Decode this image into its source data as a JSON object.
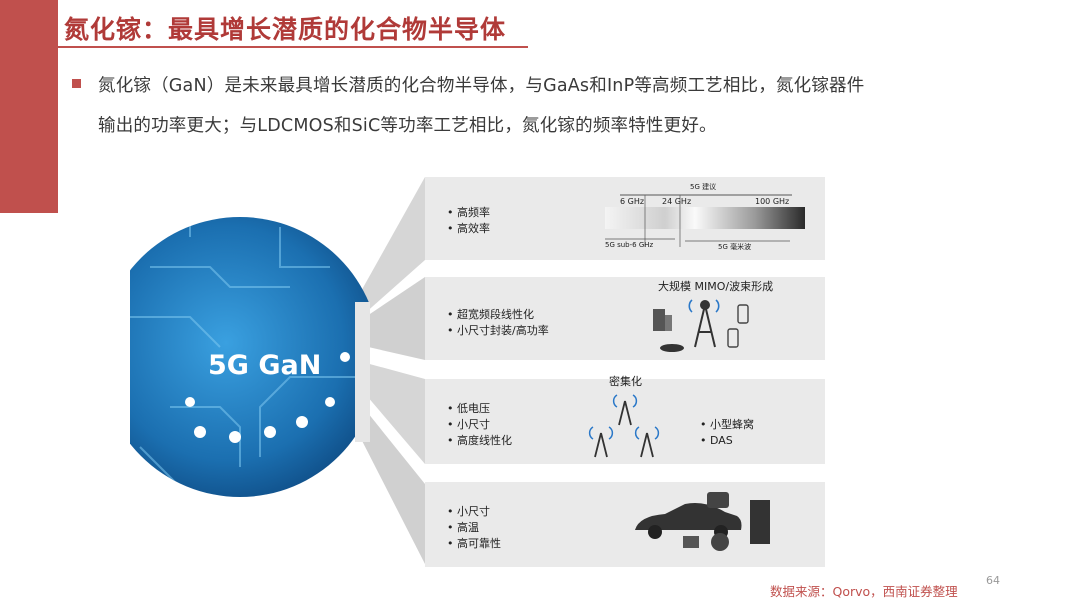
{
  "title": "氮化镓：最具增长潜质的化合物半导体",
  "body": {
    "line1": "氮化镓（GaN）是未来最具增长潜质的化合物半导体，与GaAs和InP等高频工艺相比，氮化镓器件",
    "line2": "输出的功率更大；与LDCMOS和SiC等功率工艺相比，氮化镓的频率特性更好。"
  },
  "figure": {
    "chip_label": "5G GaN",
    "panels": [
      {
        "bullets": [
          "• 高频率",
          "• 高效率"
        ]
      },
      {
        "bullets": [
          "• 超宽频段线性化",
          "• 小尺寸封装/高功率"
        ],
        "caption": "大规模 MIMO/波束形成"
      },
      {
        "bullets": [
          "• 低电压",
          "• 小尺寸",
          "• 高度线性化"
        ],
        "caption": "密集化",
        "side": [
          "• 小型蜂窝",
          "• DAS"
        ]
      },
      {
        "bullets": [
          "• 小尺寸",
          "• 高温",
          "• 高可靠性"
        ]
      }
    ],
    "spectrum": {
      "top": "5G 建议",
      "ticks": [
        "6 GHz",
        "24 GHz",
        "100 GHz"
      ],
      "left_label": "5G sub-6 GHz",
      "right_label": "5G 毫米波"
    }
  },
  "source": "数据来源：Qorvo，西南证券整理",
  "page_number": "64",
  "colors": {
    "accent": "#c0504d",
    "panel": "#eaeaea",
    "chip_blue": "#1f7bc0"
  }
}
